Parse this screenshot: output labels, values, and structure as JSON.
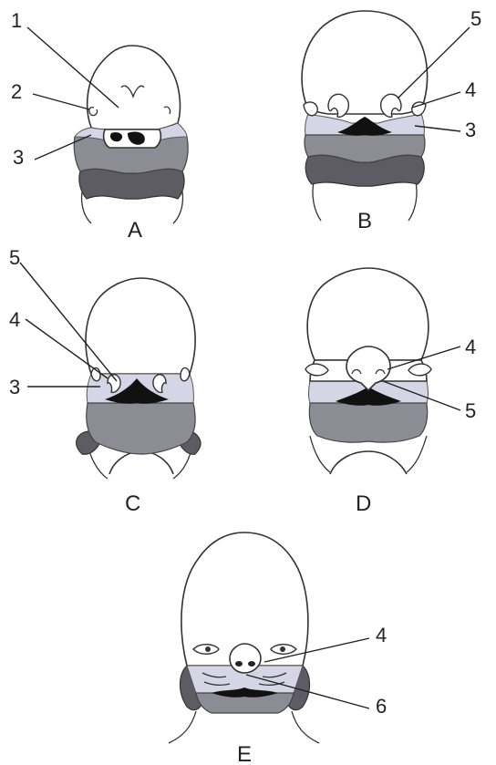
{
  "colors": {
    "stroke": "#333333",
    "dark_shade": "#5d5c64",
    "mid_shade": "#8c8c95",
    "light_shade": "#d5d6e5",
    "background": "#ffffff"
  },
  "panels": {
    "A": {
      "letter": "A",
      "labels": {
        "l1": "1",
        "l2": "2",
        "l3": "3"
      }
    },
    "B": {
      "letter": "B",
      "labels": {
        "l5": "5",
        "l4": "4",
        "l3": "3"
      }
    },
    "C": {
      "letter": "C",
      "labels": {
        "l5": "5",
        "l4": "4",
        "l3": "3"
      }
    },
    "D": {
      "letter": "D",
      "labels": {
        "l4": "4",
        "l5": "5"
      }
    },
    "E": {
      "letter": "E",
      "labels": {
        "l4": "4",
        "l6": "6"
      }
    }
  }
}
